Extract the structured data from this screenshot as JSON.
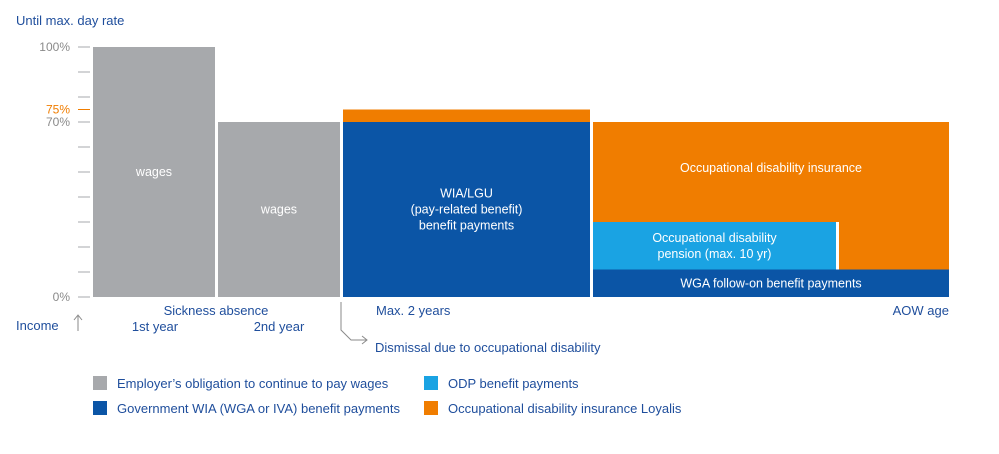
{
  "chart_data": {
    "type": "bar",
    "ylabel": "Until max. day rate",
    "xlabel": "Income",
    "yticks": [
      "100%",
      "75%",
      "70%",
      "0%"
    ],
    "ylim": [
      0,
      100
    ],
    "highlight_tick": "75%",
    "bars": [
      {
        "label": "wages",
        "x_start": 0,
        "x_end": 1,
        "bottom": 0,
        "top": 100,
        "color": "#a7a9ac",
        "legend": "employer"
      },
      {
        "label": "wages",
        "x_start": 1,
        "x_end": 2,
        "bottom": 0,
        "top": 70,
        "color": "#a7a9ac",
        "legend": "employer"
      },
      {
        "label": "WIA/LGU\n(pay-related benefit)\nbenefit payments",
        "x_start": 2,
        "x_end": 4,
        "bottom": 0,
        "top": 70,
        "color": "#0b55a6",
        "legend": "government"
      },
      {
        "label": "",
        "x_start": 2,
        "x_end": 4,
        "bottom": 70,
        "top": 75,
        "color": "#f07d00",
        "legend": "insurance"
      },
      {
        "label": "WGA follow-on benefit payments",
        "x_start": 4,
        "x_end": 7,
        "bottom": 0,
        "top": 11,
        "color": "#0b55a6",
        "legend": "government"
      },
      {
        "label": "Occupational disability\npension (max. 10 yr)",
        "x_start": 4,
        "x_end": 6,
        "bottom": 11,
        "top": 30,
        "color": "#1aa3e3",
        "legend": "odp"
      },
      {
        "label": "",
        "x_start": 6,
        "x_end": 7,
        "bottom": 11,
        "top": 30,
        "color": "#f07d00",
        "legend": "insurance"
      },
      {
        "label": "Occupational disability insurance",
        "x_start": 4,
        "x_end": 7,
        "bottom": 30,
        "top": 70,
        "color": "#f07d00",
        "legend": "insurance"
      }
    ],
    "x_labels": {
      "sickness_absence": "Sickness absence",
      "year1": "1st year",
      "year2": "2nd year",
      "max_years": "Max. 2 years",
      "aow": "AOW age",
      "dismissal": "Dismissal due to occupational disability"
    },
    "legend": [
      {
        "key": "employer",
        "label": "Employer’s obligation to continue to pay wages",
        "color": "#a7a9ac"
      },
      {
        "key": "government",
        "label": "Government WIA (WGA or IVA) benefit payments",
        "color": "#0b55a6"
      },
      {
        "key": "odp",
        "label": "ODP benefit payments",
        "color": "#1aa3e3"
      },
      {
        "key": "insurance",
        "label": "Occupational disability insurance Loyalis",
        "color": "#f07d00"
      }
    ],
    "colors": {
      "text": "#1f4e9c",
      "axis": "#a7a9ac",
      "highlight": "#f07d00"
    }
  }
}
